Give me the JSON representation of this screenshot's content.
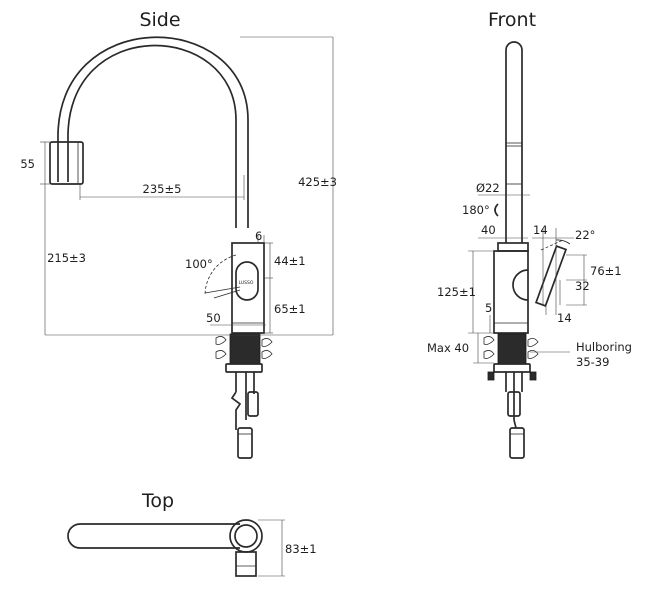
{
  "views": {
    "side": {
      "title": "Side",
      "dims": {
        "spout_height": "55",
        "reach": "235±5",
        "total_height": "425±3",
        "height_215": "215±3",
        "lever_thickness": "6",
        "lever_angle": "100°",
        "dim_44": "44±1",
        "dim_65": "65±1",
        "base_dia": "50"
      },
      "logo_text": "LUSSO"
    },
    "front": {
      "title": "Front",
      "dims": {
        "spout_dia": "Ø22",
        "swivel": "180°",
        "body_dia": "40",
        "dim_14_top": "14",
        "lever_tilt": "22°",
        "dim_76": "76±1",
        "dim_125": "125±1",
        "dim_5": "5",
        "dim_32": "32",
        "dim_14_bottom": "14",
        "max_deck": "Max 40",
        "hole_label": "Hulboring",
        "hole_range": "35-39"
      }
    },
    "top": {
      "title": "Top",
      "dims": {
        "depth": "83±1"
      }
    }
  }
}
